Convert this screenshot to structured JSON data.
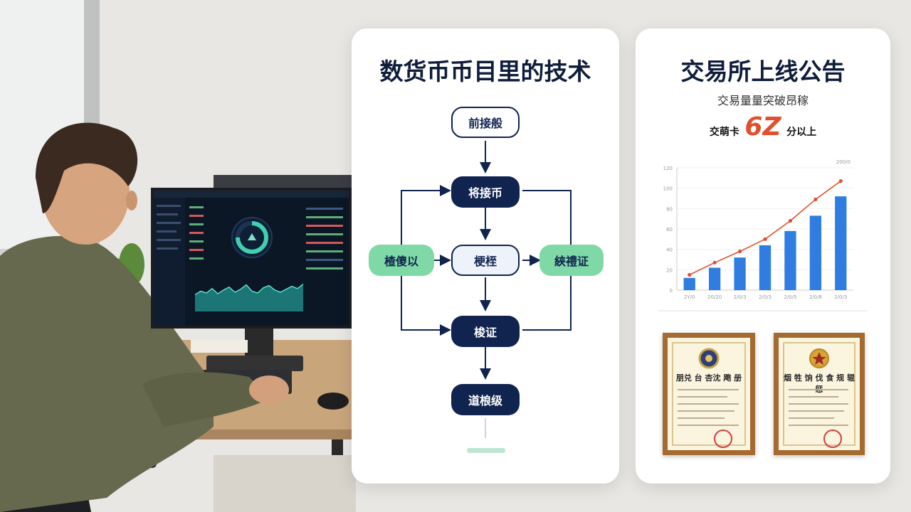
{
  "left_card": {
    "title": "数货币币目里的技术",
    "nodes": {
      "top": "前接般",
      "step1": "将接币",
      "left": "楂傻以",
      "center": "梗桎",
      "right": "綊禮证",
      "step3": "梭证",
      "bottom": "道桹级"
    }
  },
  "right_card": {
    "title": "交易所上线公告",
    "subtitle": "交易量量突破昂稼",
    "highlight_prefix": "交萌卡",
    "highlight_value": "6Z",
    "highlight_suffix": "分以上",
    "chart_data": {
      "type": "bar",
      "categories": [
        "2Y/0",
        "20/20",
        "2/0/3",
        "2/0/3",
        "2/0/5",
        "2/0/8",
        "2/0/3"
      ],
      "values": [
        12,
        22,
        32,
        44,
        58,
        73,
        92
      ],
      "line_values": [
        15,
        27,
        38,
        50,
        68,
        89,
        107
      ],
      "y_ticks": [
        "0",
        "20",
        "40",
        "60",
        "80",
        "100",
        "120"
      ],
      "corner_label": "200/0",
      "ylim": [
        0,
        120
      ],
      "bar_color": "#2f7de1",
      "line_color": "#e0502f"
    },
    "certificates": [
      {
        "title": "朋兑 台 杏沈 飑 册"
      },
      {
        "title": "烟 牲 饷 伐 食 规 辊 惩"
      }
    ]
  },
  "monitor": {
    "chart_data": {
      "type": "area",
      "values": [
        0.45,
        0.55,
        0.5,
        0.62,
        0.48,
        0.58,
        0.66,
        0.52,
        0.6,
        0.72,
        0.55,
        0.5,
        0.64,
        0.7,
        0.58,
        0.52,
        0.6,
        0.68,
        0.62,
        0.74
      ]
    },
    "gauge_fraction": 0.75
  },
  "colors": {
    "navy": "#10244f",
    "green_node": "#7fd9a6",
    "orange_accent": "#e0502f",
    "bar_blue": "#2f7de1"
  }
}
